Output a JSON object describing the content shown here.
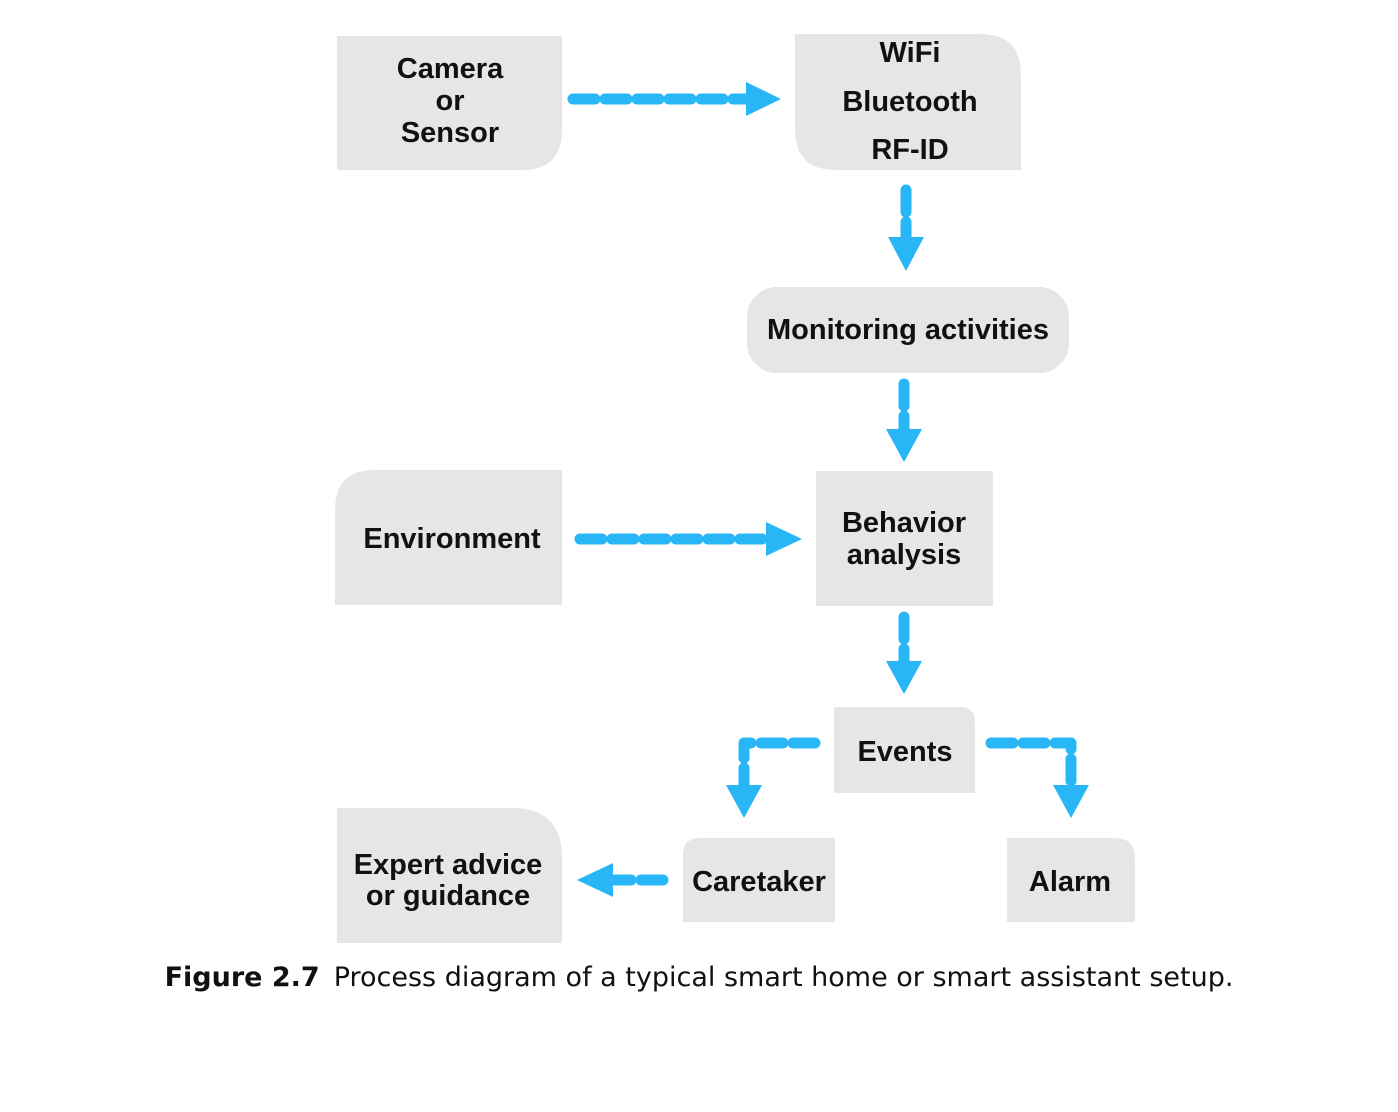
{
  "nodes": {
    "camera_sensor": [
      "Camera",
      "or",
      "Sensor"
    ],
    "wireless": [
      "WiFi",
      "Bluetooth",
      "RF-ID"
    ],
    "monitoring": [
      "Monitoring activities"
    ],
    "environment": [
      "Environment"
    ],
    "behavior": [
      "Behavior",
      "analysis"
    ],
    "events": [
      "Events"
    ],
    "caretaker": [
      "Caretaker"
    ],
    "alarm": [
      "Alarm"
    ],
    "expert": [
      "Expert advice",
      "or guidance"
    ]
  },
  "caption": {
    "label": "Figure 2.7",
    "text": "Process diagram of a typical smart home or smart assistant setup."
  },
  "colors": {
    "node_fill": "#e6e6e6",
    "connector": "#29b6f6",
    "text": "#111111"
  }
}
